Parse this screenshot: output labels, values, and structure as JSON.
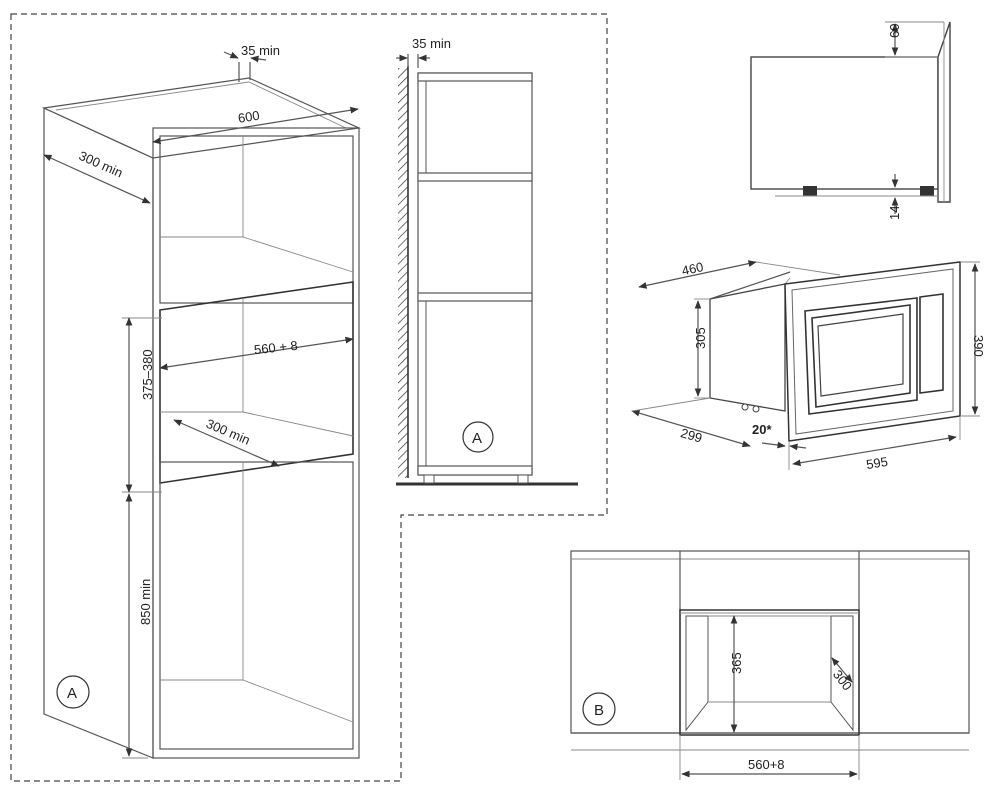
{
  "dimensions": {
    "clearance_top": "35 min",
    "cabinet_width": "600",
    "cabinet_depth": "300 min",
    "niche_height": "375–380",
    "niche_width": "560 + 8",
    "niche_depth": "300 min",
    "base_height": "850 min",
    "side_clearance": "35 min",
    "top_offset": "60",
    "bottom_offset": "14",
    "appliance_depth": "460",
    "body_height": "305",
    "frame_height": "390",
    "body_depth": "299",
    "door_offset": "20*",
    "frame_width": "595",
    "opening_height": "365",
    "opening_depth": "300",
    "opening_width": "560+8"
  },
  "labels": {
    "cabinet": "A",
    "side_view": "A",
    "front_view": "B"
  }
}
